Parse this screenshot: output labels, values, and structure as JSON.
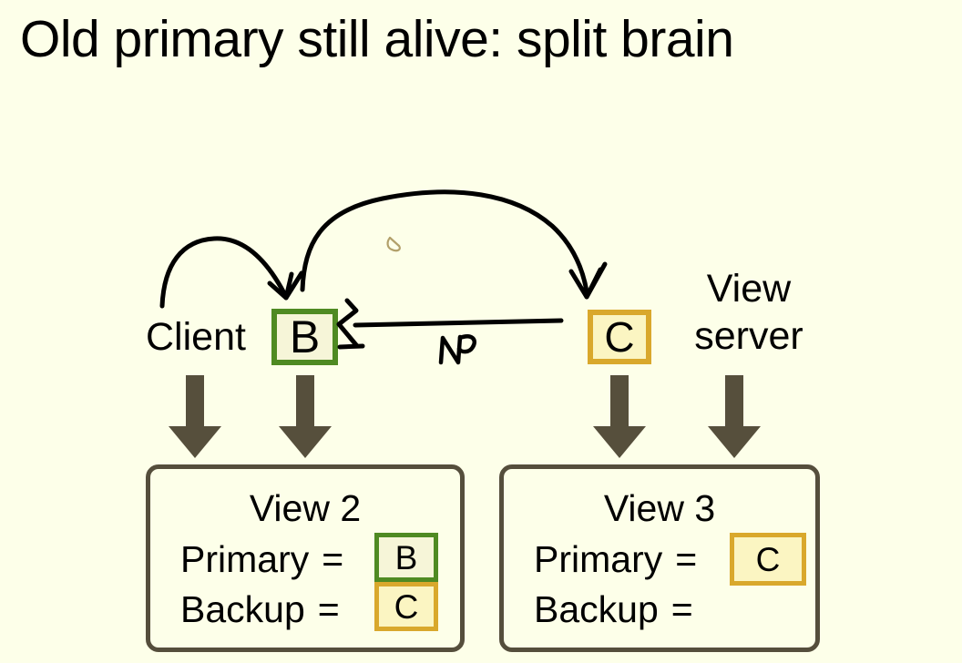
{
  "slide": {
    "title": "Old primary still alive: split brain",
    "background_color": "#fdffe9",
    "ink_color": "#000000",
    "stray_mark_color": "#b2a06a"
  },
  "nodes": {
    "client_label": "Client",
    "node_b": "B",
    "node_c": "C",
    "view_server_label": "View server",
    "node_b_border_color": "#4f8a22",
    "node_b_fill_color": "#f6f5d8",
    "node_c_border_color": "#d9a82c",
    "node_c_fill_color": "#fbf5c2"
  },
  "arrows": {
    "down_arrow_color": "#564f3c",
    "count": 4,
    "handwritten_note": "No"
  },
  "views": [
    {
      "title": "View 2",
      "primary_label": "Primary",
      "primary_eq": "=",
      "primary_value": "B",
      "primary_value_style": "green",
      "backup_label": "Backup",
      "backup_eq": "=",
      "backup_value": "C",
      "backup_value_style": "gold",
      "border_color": "#554e3c"
    },
    {
      "title": "View 3",
      "primary_label": "Primary",
      "primary_eq": "=",
      "primary_value": "C",
      "primary_value_style": "gold",
      "backup_label": "Backup",
      "backup_eq": "=",
      "backup_value": "",
      "backup_value_style": "none",
      "border_color": "#554e3c"
    }
  ]
}
